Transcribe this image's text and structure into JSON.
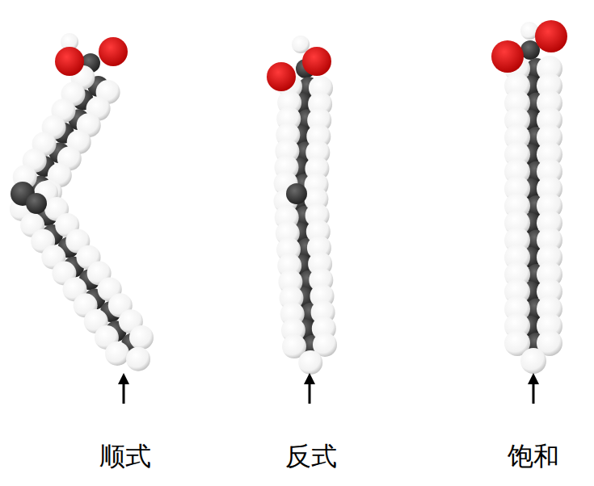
{
  "diagram": {
    "labels": [
      "顺式",
      "反式",
      "饱和"
    ]
  }
}
